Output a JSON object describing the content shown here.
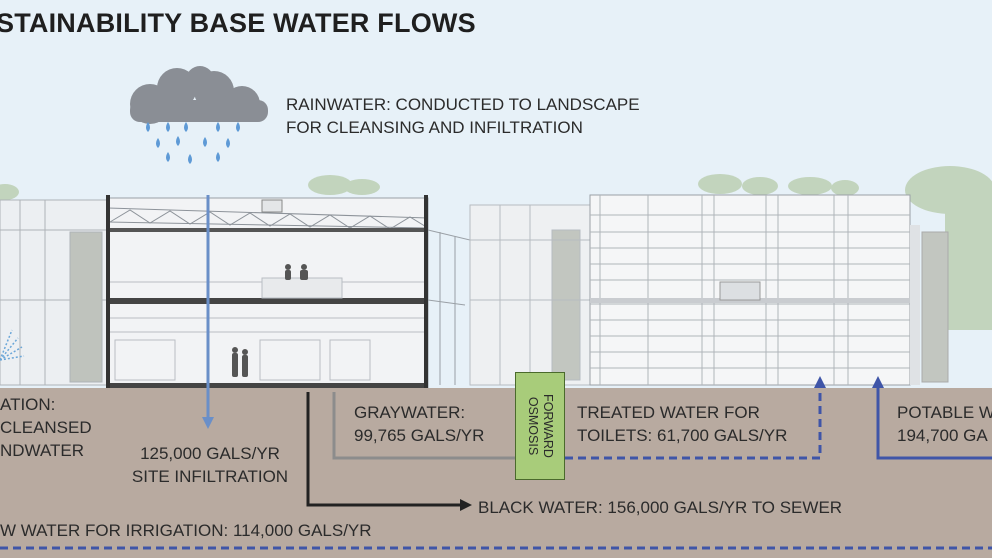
{
  "title": "STAINABILITY BASE WATER FLOWS",
  "labels": {
    "rainwater_1": "RAINWATER: CONDUCTED TO LANDSCAPE",
    "rainwater_2": "FOR CLEANSING AND INFILTRATION",
    "left_1": "ATION:",
    "left_2": "CLEANSED",
    "left_3": "NDWATER",
    "infiltration_1": "125,000 GALS/YR",
    "infiltration_2": "SITE INFILTRATION",
    "graywater_1": "GRAYWATER:",
    "graywater_2": "99,765 GALS/YR",
    "forward_osmosis": [
      "FORWARD",
      "OSMOSIS"
    ],
    "treated_1": "TREATED WATER FOR",
    "treated_2": "TOILETS: 61,700 GALS/YR",
    "potable_1": "POTABLE W",
    "potable_2": "194,700 GA",
    "black_water": "BLACK WATER: 156,000 GALS/YR TO SEWER",
    "irrigation": "W WATER FOR IRRIGATION: 114,000 GALS/YR"
  },
  "colors": {
    "sky": "#e7f1f8",
    "ground": "#b8aaa0",
    "rain_arrow": "#6a8fc8",
    "blue_line": "#3f55a8",
    "gray_line": "#8c8c8c",
    "black_line": "#222222",
    "forward_osmosis_box": "#a8cc7a"
  }
}
